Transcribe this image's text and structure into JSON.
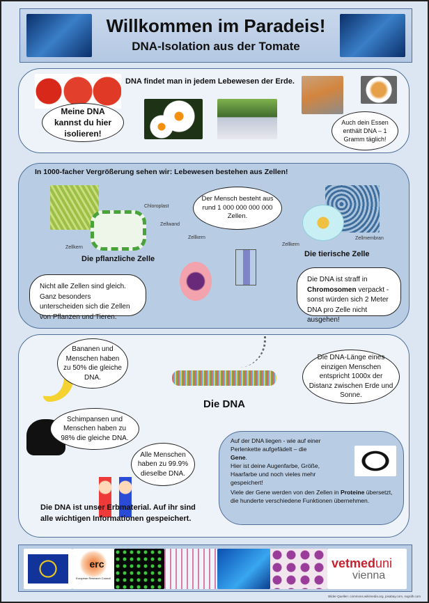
{
  "header": {
    "title": "Willkommen im Paradeis!",
    "subtitle": "DNA-Isolation aus der Tomate"
  },
  "section1": {
    "heading": "DNA findet man in jedem Lebewesen der Erde.",
    "tomato_bubble": "Meine DNA kannst du hier isolieren!",
    "food_bubble": "Auch dein Essen enthält DNA – 1 Gramm täglich!"
  },
  "section2": {
    "heading": "In 1000-facher Vergrößerung sehen wir: Lebewesen bestehen aus Zellen!",
    "plant_cell_title": "Die pflanzliche Zelle",
    "animal_cell_title": "Die tierische Zelle",
    "labels": {
      "chloroplast": "Chloroplast",
      "cell_wall": "Zellwand",
      "nucleus": "Zellkern",
      "membrane": "Zellmembran"
    },
    "human_bubble": "Der Mensch besteht aus rund  1 000 000 000 000 Zellen.",
    "cells_differ": "Nicht alle Zellen sind gleich. Ganz besonders unterscheiden sich die Zellen von Pflanzen und Tieren.",
    "chromosome_pre": "Die DNA ist straff in ",
    "chromosome_bold": "Chromosomen",
    "chromosome_post": " verpackt - sonst würden sich 2 Meter DNA pro Zelle nicht ausgehen!"
  },
  "section3": {
    "dna_title": "Die DNA",
    "banana_bubble": "Bananen und Menschen haben zu 50% die gleiche DNA.",
    "chimp_bubble": "Schimpansen und Menschen haben zu 98% die gleiche DNA.",
    "human_bubble": "Alle Menschen haben zu 99.9% dieselbe DNA.",
    "length_bubble": "Die DNA-Länge eines einzigen Menschen entspricht 1000x der Distanz zwischen Erde und Sonne.",
    "summary": "Die DNA ist unser Erbmaterial. Auf ihr sind alle wichtigen Informationen gespeichert.",
    "genes_p1": "Auf der DNA liegen - wie auf einer Perlenkette aufgefädelt – die",
    "genes_bold": "Gene",
    "genes_p2": "Hier ist deine Augenfarbe, Größe, Haarfarbe und noch vieles mehr gespeichert!",
    "proteins_pre": "Viele der Gene werden von den Zellen in ",
    "proteins_bold": "Proteine",
    "proteins_post": " übersetzt, die hunderte verschiedene Funktionen übernehmen."
  },
  "footer": {
    "erc": "erc",
    "erc_sub": "European Research Council",
    "vetmed_a": "vetmed",
    "vetmed_b": "uni",
    "vetmed_c": "vienna",
    "sources": "Bilder-Quellen: commons.wikimedia.org, pixabay.com, svgsilh.com"
  }
}
